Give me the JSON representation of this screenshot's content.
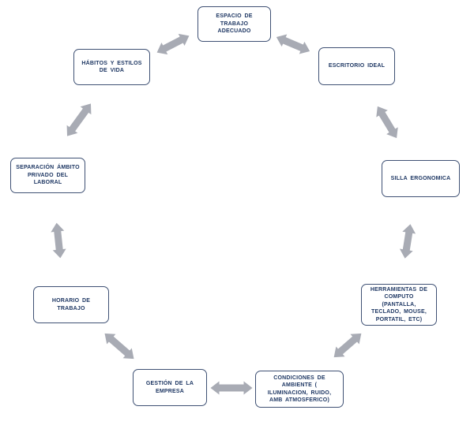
{
  "diagram": {
    "type": "cycle",
    "nodes": [
      {
        "id": "espacio",
        "label": "ESPACIO DE TRABAJO ADECUADO"
      },
      {
        "id": "habitos",
        "label": "HÁBITOS Y ESTILOS DE VIDA"
      },
      {
        "id": "escritorio",
        "label": "ESCRITORIO IDEAL"
      },
      {
        "id": "separacion",
        "label": "SEPARACIÓN ÁMBITO PRIVADO DEL LABORAL"
      },
      {
        "id": "silla",
        "label": "SILLA ERGONOMICA"
      },
      {
        "id": "horario",
        "label": "HORARIO DE TRABAJO"
      },
      {
        "id": "herramientas",
        "label": "HERRAMIENTAS DE COMPUTO (PANTALLA, TECLADO, MOUSE, PORTATIL, ETC)"
      },
      {
        "id": "gestion",
        "label": "GESTIÓN DE LA EMPRESA"
      },
      {
        "id": "condiciones",
        "label": "CONDICIONES DE AMBIENTE ( ILUMINACION, RUIDO, AMB ATMOSFERICO)"
      }
    ],
    "connections": [
      {
        "from": "habitos",
        "to": "espacio",
        "bidirectional": true
      },
      {
        "from": "espacio",
        "to": "escritorio",
        "bidirectional": true
      },
      {
        "from": "separacion",
        "to": "habitos",
        "bidirectional": true
      },
      {
        "from": "escritorio",
        "to": "silla",
        "bidirectional": true
      },
      {
        "from": "separacion",
        "to": "horario",
        "bidirectional": true
      },
      {
        "from": "silla",
        "to": "herramientas",
        "bidirectional": true
      },
      {
        "from": "horario",
        "to": "gestion",
        "bidirectional": true
      },
      {
        "from": "herramientas",
        "to": "condiciones",
        "bidirectional": true
      },
      {
        "from": "gestion",
        "to": "condiciones",
        "bidirectional": true
      }
    ],
    "colors": {
      "node_border": "#3f5174",
      "node_text": "#1f3864",
      "arrow": "#a8abb4",
      "background": "#ffffff"
    }
  }
}
